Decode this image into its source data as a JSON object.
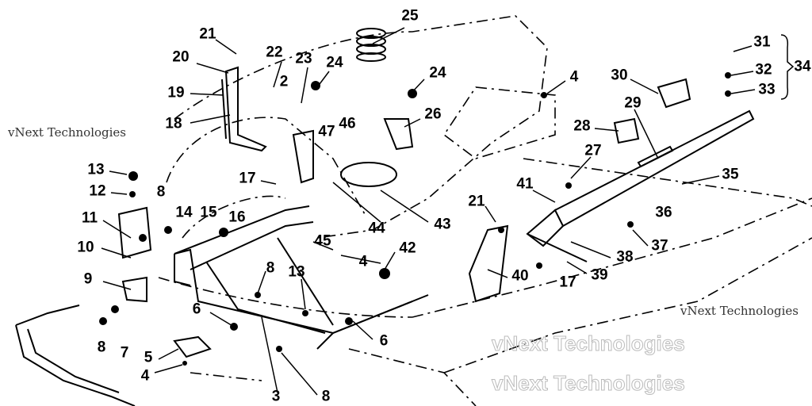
{
  "watermark": {
    "line1": "vNext Technologies",
    "line2": "vNext Technologies"
  },
  "callouts": [
    "21",
    "22",
    "20",
    "23",
    "24",
    "25",
    "2",
    "19",
    "18",
    "47",
    "46",
    "24",
    "26",
    "4",
    "30",
    "31",
    "32",
    "33",
    "34",
    "29",
    "28",
    "27",
    "35",
    "36",
    "13",
    "12",
    "8",
    "17",
    "14",
    "15",
    "16",
    "11",
    "43",
    "44",
    "41",
    "21",
    "37",
    "38",
    "39",
    "40",
    "17",
    "10",
    "45",
    "4",
    "42",
    "9",
    "8",
    "13",
    "6",
    "6",
    "8",
    "7",
    "5",
    "4",
    "3",
    "8"
  ]
}
